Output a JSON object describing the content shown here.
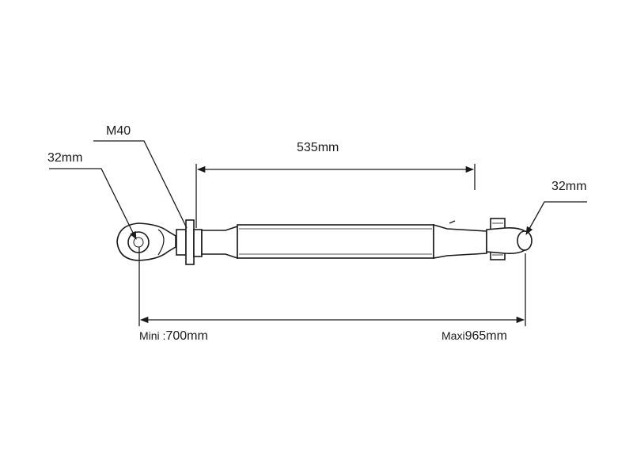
{
  "labels": {
    "eye_left_diameter": "32mm",
    "thread": "M40",
    "tube_length": "535mm",
    "eye_right_diameter": "32mm",
    "mini_prefix": "Mini :",
    "mini_value": "700mm",
    "maxi_prefix": "Maxi",
    "maxi_value": "965mm"
  },
  "colors": {
    "line": "#1a1a1a",
    "fill": "#ffffff"
  }
}
